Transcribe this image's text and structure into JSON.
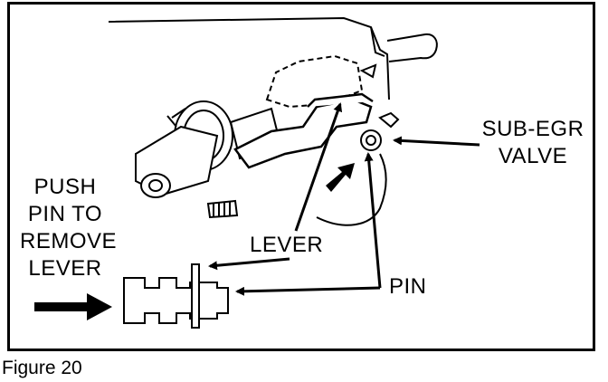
{
  "labels": {
    "push_line1": "PUSH",
    "push_line2": "PIN TO",
    "push_line3": "REMOVE",
    "push_line4": "LEVER",
    "lever": "LEVER",
    "pin": "PIN",
    "sub_egr_line1": "SUB-EGR",
    "sub_egr_line2": "VALVE"
  },
  "caption": "Figure 20"
}
